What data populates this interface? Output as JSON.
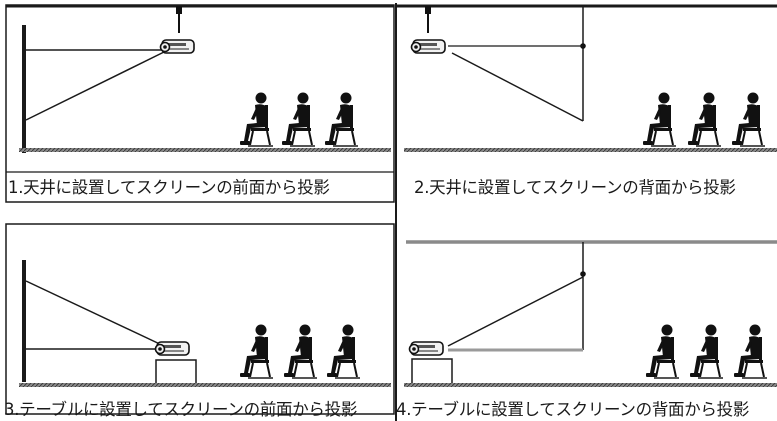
{
  "panels": [
    {
      "caption": "1.天井に設置してスクリーンの前面から投影",
      "mount": "ceiling",
      "projection": "front"
    },
    {
      "caption": "2.天井に設置してスクリーンの背面から投影",
      "mount": "ceiling",
      "projection": "rear"
    },
    {
      "caption": "3.テーブルに設置してスクリーンの前面から投影",
      "mount": "table",
      "projection": "front"
    },
    {
      "caption": "4.テーブルに設置してスクリーンの背面から投影",
      "mount": "table",
      "projection": "rear"
    }
  ],
  "colors": {
    "line": "#1a1a1a",
    "gray_line": "#9a9a9a",
    "floor": "#6e6e6e",
    "background": "#ffffff"
  },
  "icons": {
    "person": "seated-viewer-icon",
    "projector": "projector-icon"
  }
}
